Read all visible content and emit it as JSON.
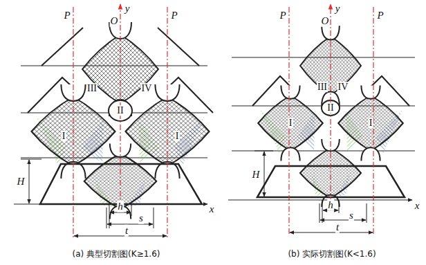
{
  "diagram": {
    "labels": [
      "P",
      "O",
      "y",
      "P",
      "III",
      "IV",
      "I",
      "II",
      "I",
      "H",
      "h",
      "s",
      "t",
      "x",
      "(a) 典型切割图(K≥1.6)",
      "P",
      "O",
      "y",
      "P",
      "III",
      "IV",
      "I",
      "II",
      "I",
      "H",
      "h",
      "s",
      "t",
      "x",
      "(b) 实际切割图(K<1.6)"
    ]
  }
}
